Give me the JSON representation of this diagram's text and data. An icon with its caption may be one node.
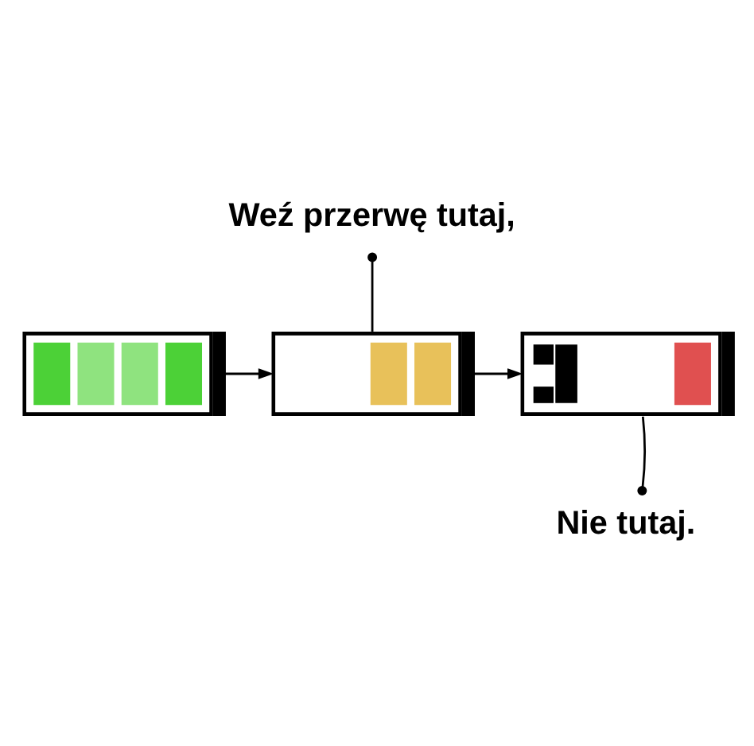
{
  "diagram": {
    "nodes": [
      {
        "text": [
          "Weź przerwę tutaj,"
        ]
      },
      {
        "text": [],
        "shape": "battery"
      },
      {
        "text": [],
        "shape": "battery"
      },
      {
        "text": [],
        "shape": "battery"
      },
      {
        "text": [
          "Nie tutaj."
        ]
      }
    ],
    "edges": [
      {
        "from": 1,
        "to": 2,
        "arrow": "to"
      },
      {
        "from": 2,
        "to": 3,
        "arrow": "to"
      },
      {
        "from": 0,
        "to": 2,
        "arrow": "other"
      },
      {
        "from": 4,
        "to": 3,
        "arrow": "other"
      }
    ]
  }
}
